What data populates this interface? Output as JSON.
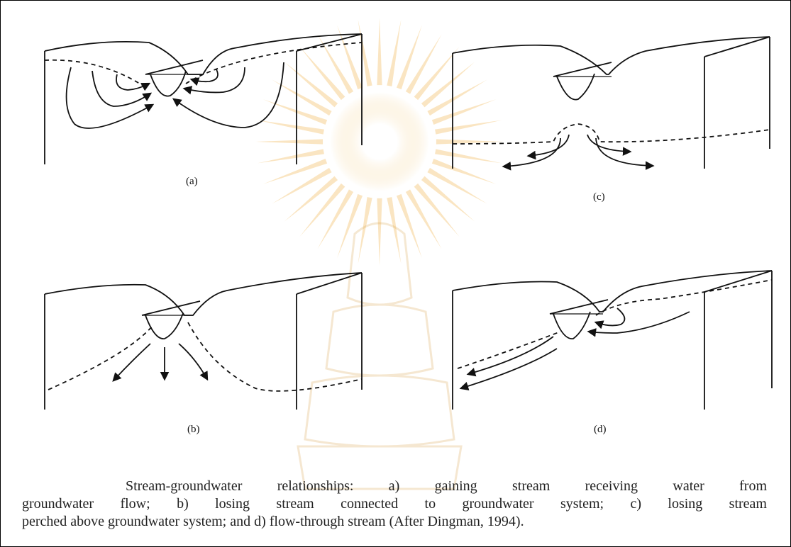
{
  "panels": [
    {
      "id": "a",
      "label": "(a)"
    },
    {
      "id": "b",
      "label": "(b)"
    },
    {
      "id": "c",
      "label": "(c)"
    },
    {
      "id": "d",
      "label": "(d)"
    }
  ],
  "caption": {
    "lines": [
      "Stream-groundwater relationships: a) gaining stream receiving water from",
      "groundwater flow; b) losing stream connected to groundwater system; c) losing stream",
      "perched above groundwater system; and d) flow-through stream (After Dingman, 1994)."
    ]
  },
  "colors": {
    "line": "#111111",
    "watermark": "#f4c77a",
    "text": "#222222"
  }
}
